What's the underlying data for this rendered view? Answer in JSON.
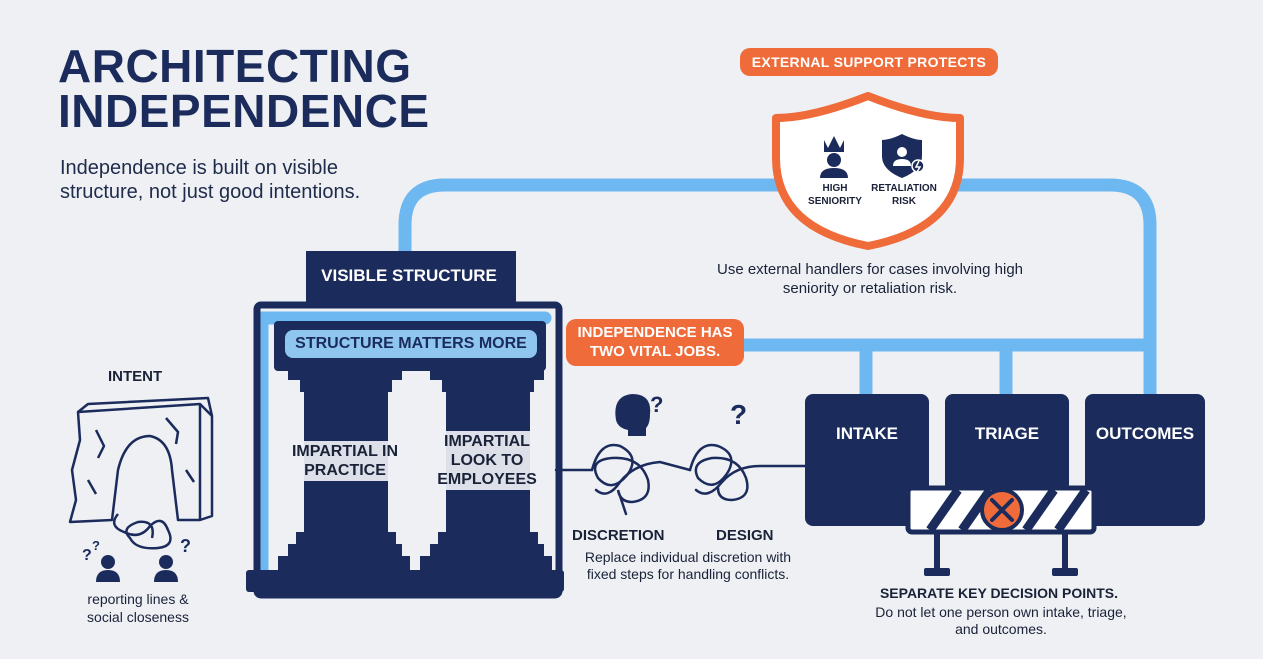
{
  "title": {
    "line1": "ARCHITECTING",
    "line2": "INDEPENDENCE"
  },
  "subtitle": "Independence is built on visible structure, not just good intentions.",
  "intent": {
    "label": "INTENT",
    "note": "reporting lines & social closeness"
  },
  "structure": {
    "header": "VISIBLE STRUCTURE",
    "banner": "STRUCTURE MATTERS MORE",
    "pillar_left": "IMPARTIAL IN PRACTICE",
    "pillar_right": "IMPARTIAL LOOK TO EMPLOYEES"
  },
  "callout": {
    "line1": "INDEPENDENCE HAS",
    "line2": "TWO VITAL JOBS."
  },
  "external": {
    "label": "EXTERNAL SUPPORT PROTECTS",
    "icons": [
      {
        "icon": "person-crown-icon",
        "line1": "HIGH",
        "line2": "SENIORITY"
      },
      {
        "icon": "shield-person-icon",
        "line1": "RETALIATION",
        "line2": "RISK"
      }
    ],
    "note": "Use external handlers for cases involving high seniority or retaliation risk."
  },
  "process": {
    "discretion_label": "DISCRETION",
    "design_label": "DESIGN",
    "note": "Replace individual discretion with fixed steps for handling conflicts."
  },
  "steps": [
    "INTAKE",
    "TRIAGE",
    "OUTCOMES"
  ],
  "separation": {
    "heading": "SEPARATE KEY DECISION POINTS.",
    "note": "Do not let one person own intake, triage, and outcomes."
  },
  "colors": {
    "navy": "#1b2b5c",
    "light_blue": "#6db8f0",
    "orange": "#ef6b3a",
    "background": "#eef0f4"
  }
}
